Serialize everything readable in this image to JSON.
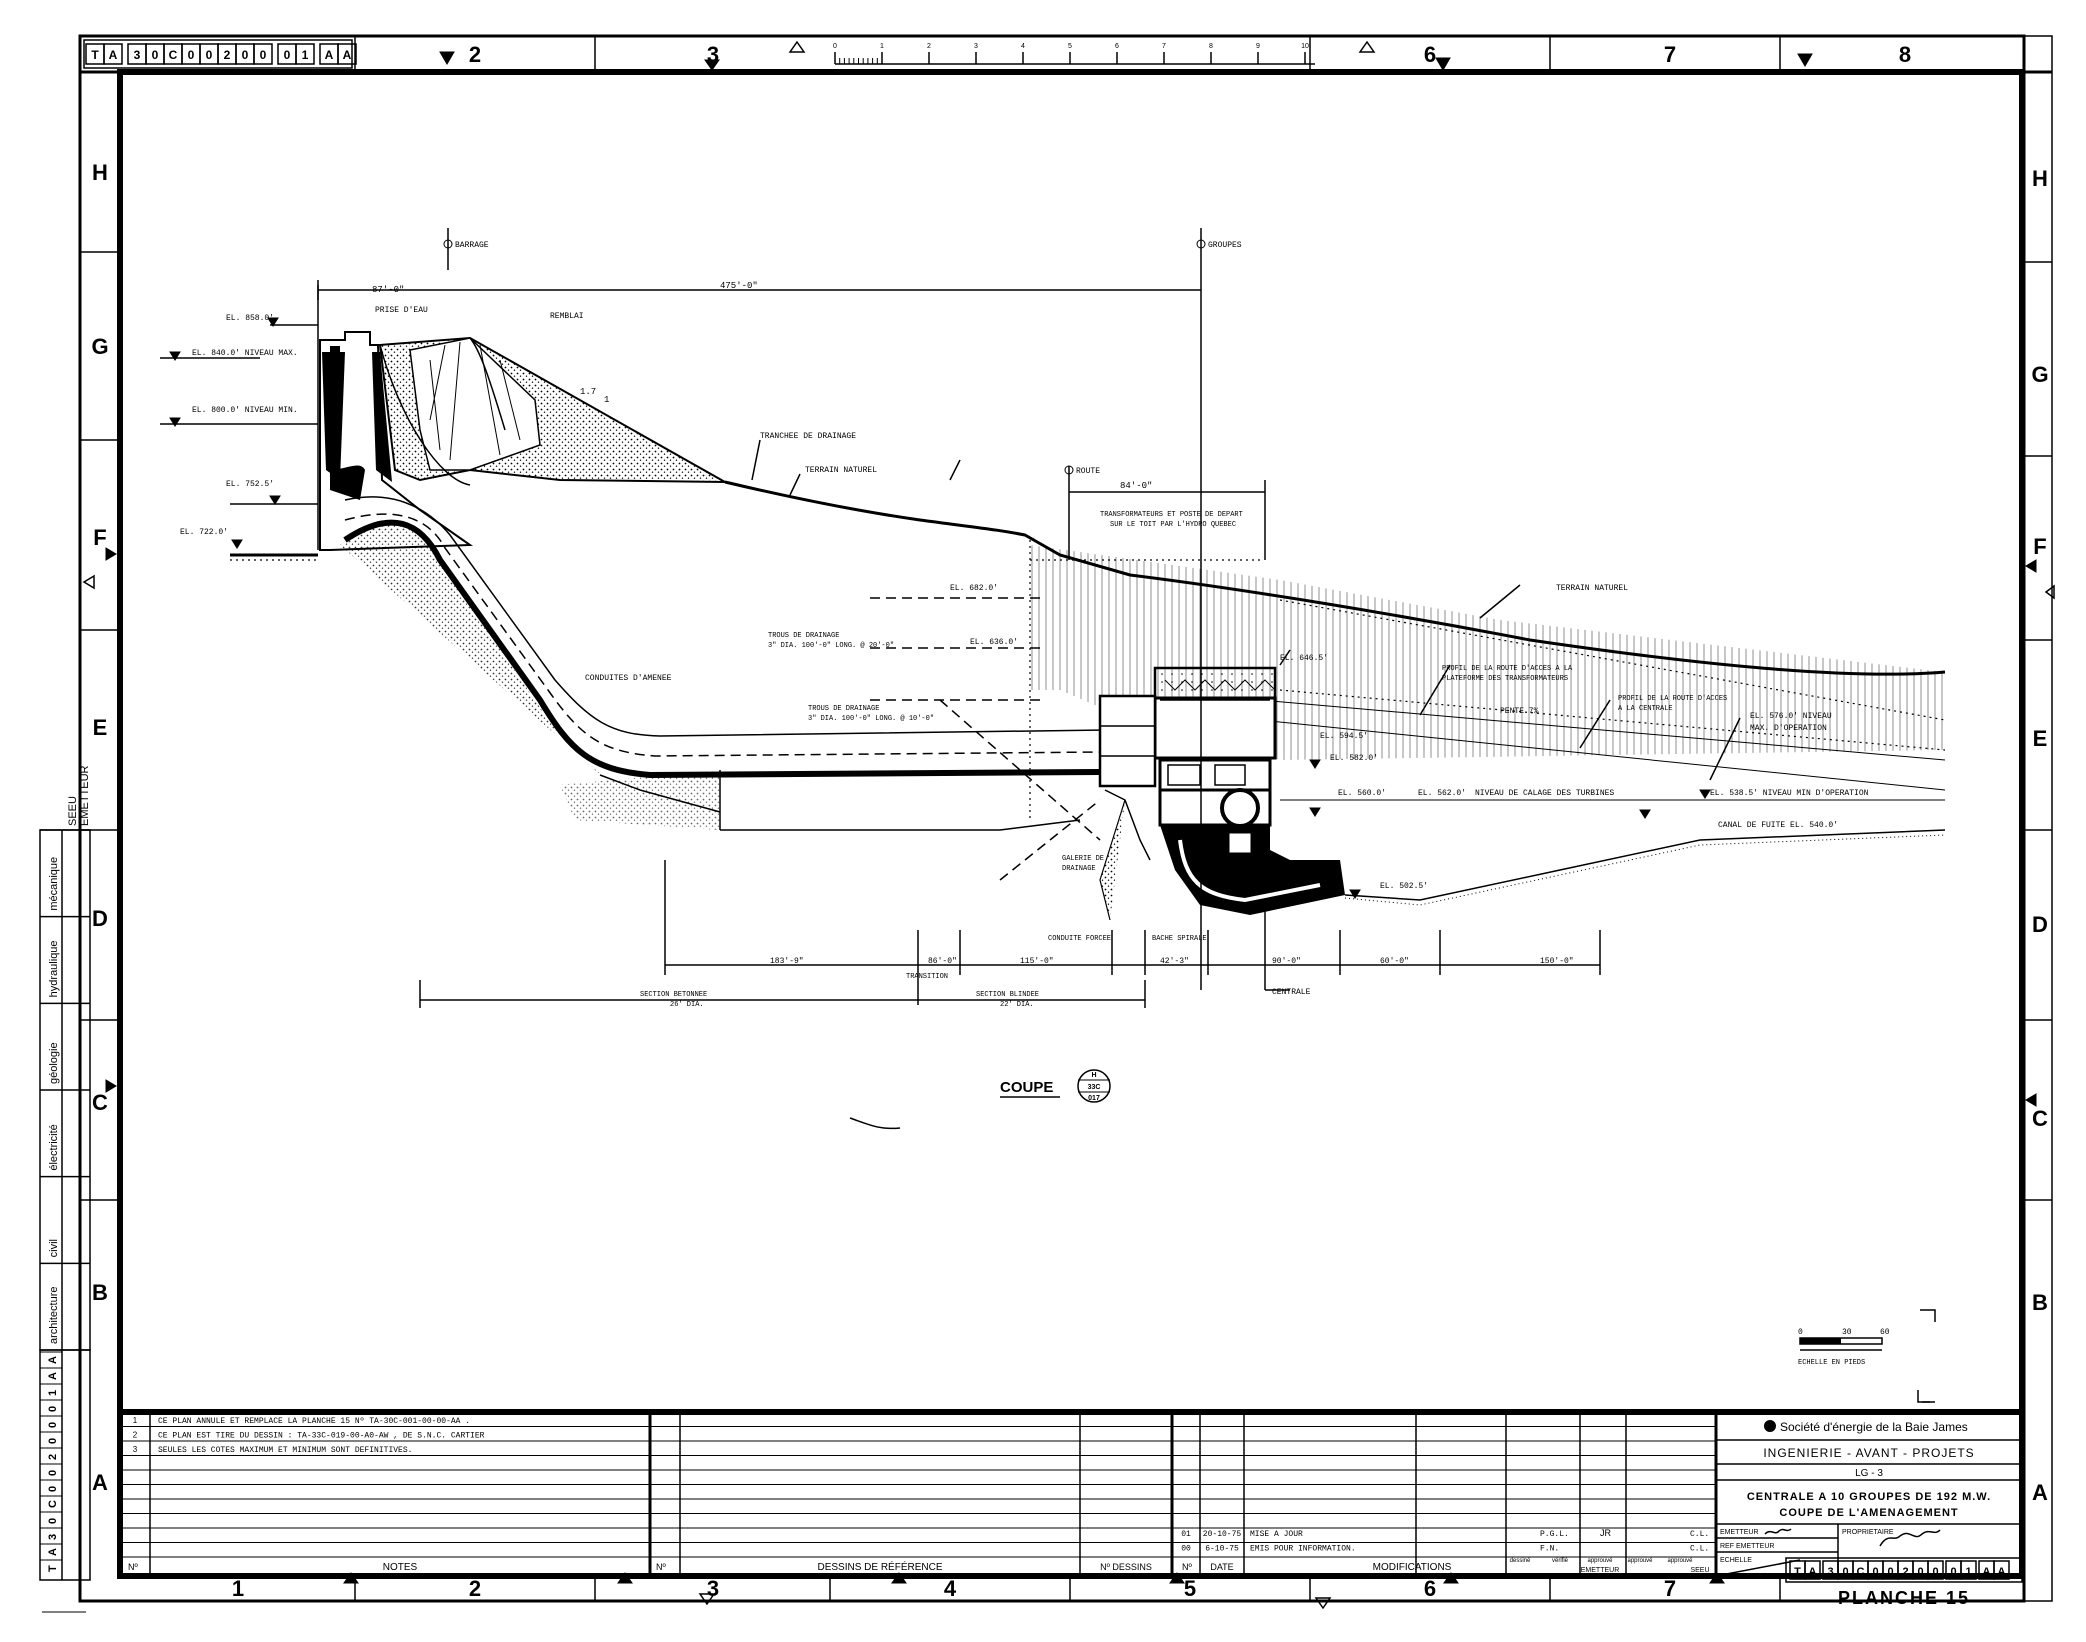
{
  "sheet": {
    "drawing_number": "TA 3 0 C 0 0 2 0 0 0 1 A A",
    "code_cells": [
      "T",
      "A",
      "3",
      "0",
      "C",
      "0",
      "0",
      "2",
      "0",
      "0",
      "0",
      "1",
      "A",
      "A"
    ],
    "col_labels": [
      "1",
      "2",
      "3",
      "4",
      "5",
      "6",
      "7",
      "8"
    ],
    "row_labels": [
      "H",
      "G",
      "F",
      "E",
      "D",
      "C",
      "B",
      "A"
    ],
    "scale_ticks": [
      "0",
      "1",
      "2",
      "3",
      "4",
      "5",
      "6",
      "7",
      "8",
      "9",
      "10"
    ]
  },
  "drawing": {
    "title": "COUPE",
    "callout": [
      "H",
      "33C",
      "017"
    ],
    "labels": {
      "barrage": "BARRAGE",
      "groupes": "GROUPES",
      "route": "ROUTE",
      "dim_top_left": "87'-0\"",
      "dim_top_right": "475'-0\"",
      "dim_route": "84'-0\"",
      "el_858": "EL. 858.0'",
      "el_840": "EL. 840.0' NIVEAU MAX.",
      "el_800": "EL. 800.0' NIVEAU MIN.",
      "el_752": "EL. 752.5'",
      "el_722": "EL. 722.0'",
      "prise_deau": "PRISE D'EAU",
      "remblai": "REMBLAI",
      "slope": "1.7",
      "slope_b": "1",
      "tranchee": "TRANCHEE DE DRAINAGE",
      "terrain_naturel_1": "TERRAIN NATUREL",
      "terrain_naturel_2": "TERRAIN NATUREL",
      "transformateurs": "TRANSFORMATEURS ET POSTE DE DEPART",
      "transformateurs_2": "SUR LE TOIT PAR L'HYDRO QUEBEC",
      "el_682": "EL. 682.0'",
      "el_636": "EL. 636.0'",
      "el_646": "EL. 646.5'",
      "el_594": "EL. 594.5'",
      "el_582": "EL. 582.0'",
      "el_560": "EL. 560.0'",
      "el_562": "EL. 562.0'",
      "niveau_calage": "NIVEAU DE CALAGE DES TURBINES",
      "el_538": "EL. 538.5' NIVEAU MIN D'OPERATION",
      "el_576": "EL. 576.0' NIVEAU",
      "el_576_b": "MAX. D'OPERATION",
      "canal": "CANAL DE FUITE EL. 540.0'",
      "el_502": "EL. 502.5'",
      "trous_1": "TROUS DE DRAINAGE",
      "trous_1b": "3\" DIA. 100'-0\" LONG. @ 20'-0\"",
      "trous_2": "TROUS DE DRAINAGE",
      "trous_2b": "3\" DIA. 100'-0\" LONG. @ 10'-0\"",
      "conduites": "CONDUITES D'AMENEE",
      "profil_1": "PROFIL DE LA ROUTE D'ACCES A LA",
      "profil_1b": "PLATEFORME DES TRANSFORMATEURS",
      "profil_2": "PROFIL DE LA ROUTE D'ACCES",
      "profil_2b": "A LA CENTRALE",
      "pente": "PENTE 7%",
      "galerie": "GALERIE DE",
      "galerie_b": "DRAINAGE",
      "conduite_forcee": "CONDUITE FORCEE",
      "bache": "BACHE SPIRALE",
      "centrale": "CENTRALE",
      "transition": "TRANSITION",
      "section_betonnee": "SECTION BETONNEE",
      "section_betonnee_dia": "26' DIA.",
      "section_blindee": "SECTION BLINDEE",
      "section_blindee_dia": "22' DIA.",
      "d_183": "183'-9\"",
      "d_86": "86'-0\"",
      "d_115": "115'-0\"",
      "d_42": "42'-3\"",
      "d_90": "90'-0\"",
      "d_60": "60'-0\"",
      "d_150": "150'-0\"",
      "scale_0": "0",
      "scale_30": "30",
      "scale_60": "60",
      "echelle": "ECHELLE EN PIEDS"
    }
  },
  "disciplines": [
    "mécanique",
    "hydraulique",
    "géologie",
    "électricité",
    "civil",
    "architecture"
  ],
  "discipline_header": [
    "SEEU",
    "EMETTEUR"
  ],
  "notes": {
    "items": [
      {
        "no": "1",
        "text": "CE PLAN ANNULE ET REMPLACE LA PLANCHE 15 Nº TA-30C-001-00-00-AA ."
      },
      {
        "no": "2",
        "text": "CE PLAN EST TIRE DU DESSIN : TA-33C-019-00-A0-AW , DE S.N.C. CARTIER"
      },
      {
        "no": "3",
        "text": "SEULES LES COTES MAXIMUM ET MINIMUM SONT DEFINITIVES."
      }
    ],
    "col_no": "Nº",
    "col_label": "NOTES"
  },
  "references": {
    "col_no": "Nº",
    "col_label": "DESSINS DE RÉFÉRENCE",
    "col_dessins": "Nº DESSINS"
  },
  "modifications": {
    "rows": [
      {
        "no": "01",
        "date": "20-10-75",
        "text": "MISE A JOUR",
        "a": "P.G.L.",
        "b": "JR",
        "c": "C.L."
      },
      {
        "no": "00",
        "date": "6-10-75",
        "text": "EMIS POUR INFORMATION.",
        "a": "F.N.",
        "b": "",
        "c": "C.L."
      }
    ],
    "col_no": "Nº",
    "col_date": "DATE",
    "col_text": "MODIFICATIONS",
    "sign_cols": [
      "dessiné",
      "vérifié",
      "approuvé",
      "approuvé",
      "approuvé"
    ],
    "emetteur": "EMETTEUR",
    "seeu": "SEEU"
  },
  "title_block": {
    "company": "Société d'énergie de la Baie James",
    "dept": "INGENIERIE - AVANT - PROJETS",
    "project": "LG - 3",
    "title_1": "CENTRALE A 10 GROUPES DE 192 M.W.",
    "title_2": "COUPE DE L'AMENAGEMENT",
    "emetteur_label": "EMETTEUR",
    "ref_emetteur": "REF EMETTEUR",
    "echelle": "ECHELLE",
    "proprietaire": "PROPRIETAIRE",
    "planche": "PLANCHE 15"
  }
}
